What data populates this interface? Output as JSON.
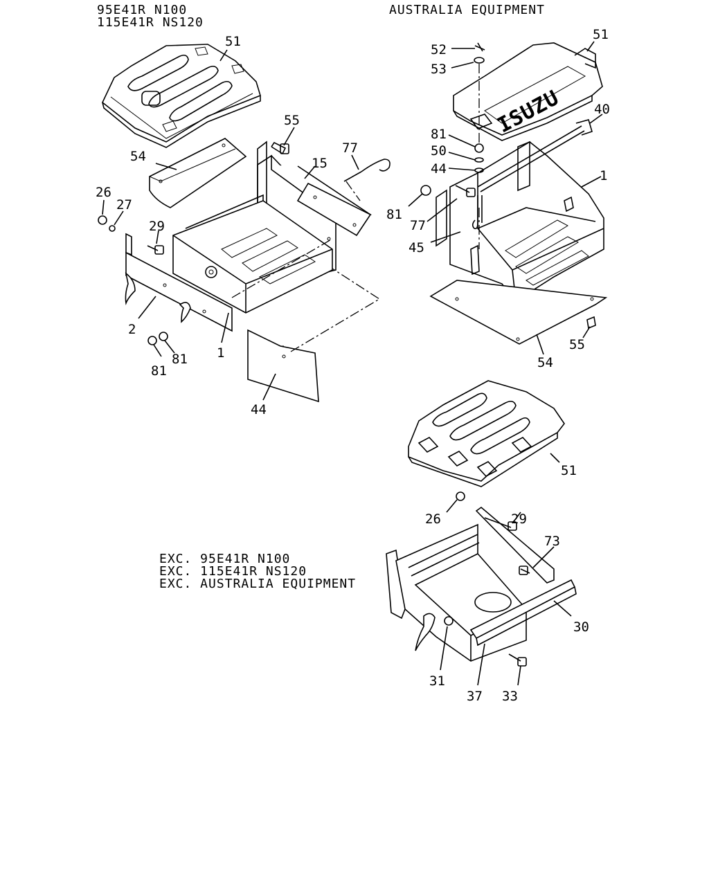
{
  "headers": {
    "left_line1": "95E41R N100",
    "left_line2": "115E41R NS120",
    "right": "AUSTRALIA EQUIPMENT",
    "exc_line1": "EXC. 95E41R N100",
    "exc_line2": "EXC. 115E41R NS120",
    "exc_line3": "EXC. AUSTRALIA EQUIPMENT"
  },
  "callouts": {
    "a51": "51",
    "a55": "55",
    "a77": "77",
    "a54": "54",
    "a15": "15",
    "a26": "26",
    "a27": "27",
    "a29": "29",
    "a2": "2",
    "a81a": "81",
    "a81b": "81",
    "a1": "1",
    "a44": "44",
    "b52": "52",
    "b53": "53",
    "b51": "51",
    "b40": "40",
    "b81": "81",
    "b50": "50",
    "b44": "44",
    "b1": "1",
    "b81b": "81",
    "b77": "77",
    "b45": "45",
    "b55": "55",
    "b54": "54",
    "c51": "51",
    "c26": "26",
    "c29": "29",
    "c73": "73",
    "c30": "30",
    "c31": "31",
    "c37": "37",
    "c33": "33"
  },
  "logo_text": "ISUZU"
}
